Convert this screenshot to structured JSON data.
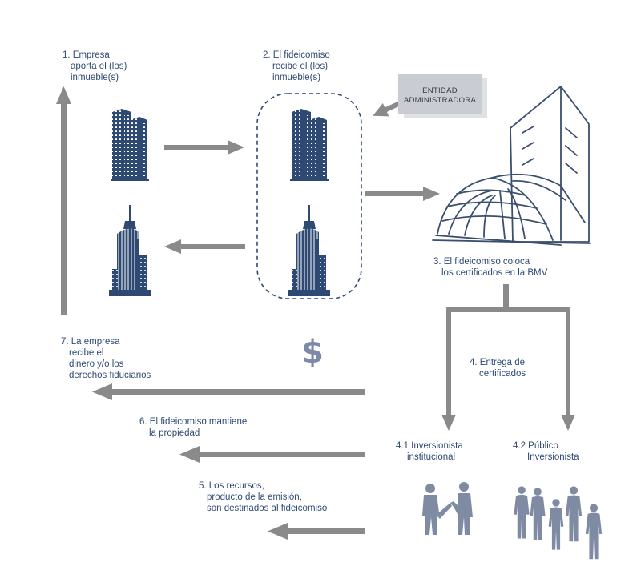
{
  "colors": {
    "arrow": "#8a8a8a",
    "building": "#2e4a73",
    "people": "#7f8aa3",
    "text": "#2e4a73",
    "dashed": "#2e4a73",
    "entidad_box": "#cfd2d8",
    "sketch": "#3a4f6e",
    "dollar": "#7d89a9"
  },
  "labels": {
    "step1": [
      "1. Empresa",
      "aporta el (los)",
      "inmueble(s)"
    ],
    "step2": [
      "2. El fideicomiso",
      "recibe el (los)",
      "inmueble(s)"
    ],
    "entidad": [
      "ENTIDAD",
      "ADMINISTRADORA"
    ],
    "step3": [
      "3. El fideicomiso coloca",
      "los certificados en la BMV"
    ],
    "step4": [
      "4. Entrega de",
      "certificados"
    ],
    "step41": [
      "4.1 Inversionista",
      "institucional"
    ],
    "step42": [
      "4.2 Público",
      "Inversionista"
    ],
    "step7": [
      "7. La empresa",
      "recibe el",
      "dinero y/o los",
      "derechos fiduciarios"
    ],
    "step6": [
      "6. El fideicomiso mantiene",
      "la propiedad"
    ],
    "step5": [
      "5. Los recursos,",
      "producto de la emisión,",
      "son destinados al fideicomiso"
    ],
    "dollar": "$"
  },
  "icons": {
    "building_a": "office-building-icon",
    "building_b": "spire-tower-icon",
    "bmv": "bmv-building-sketch-icon",
    "handshake": "handshake-people-icon",
    "crowd": "crowd-people-icon"
  }
}
